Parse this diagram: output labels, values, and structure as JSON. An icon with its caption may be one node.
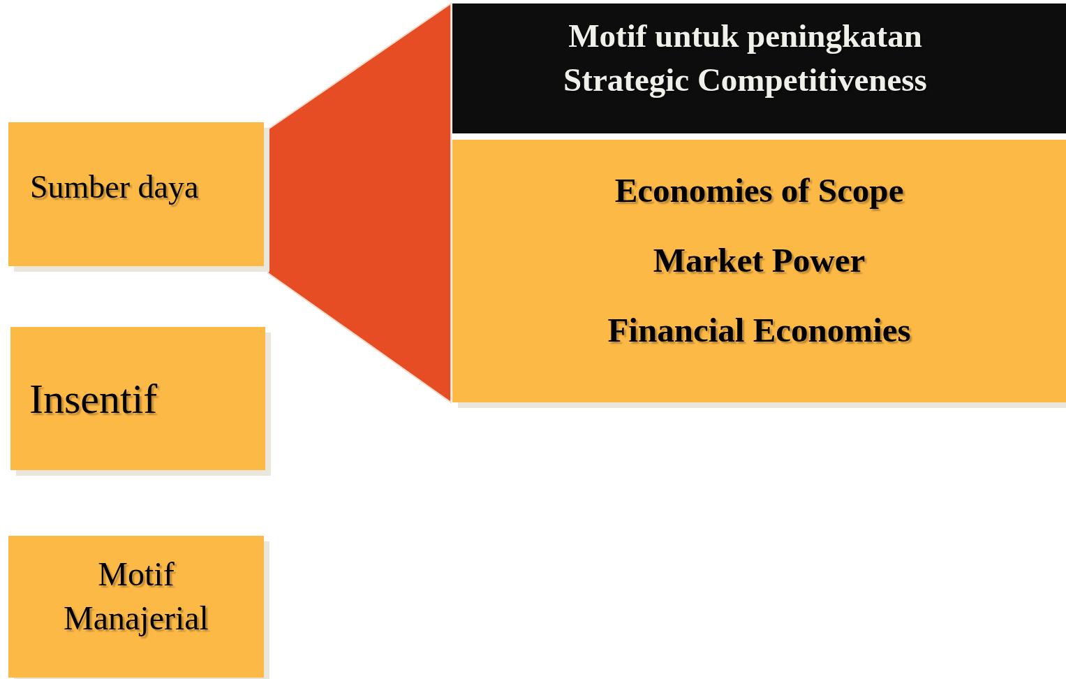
{
  "diagram": {
    "nodes": [
      {
        "text": [
          "Sumber daya"
        ]
      },
      {
        "text": [
          "Insentif"
        ]
      },
      {
        "text": [
          "Motif Manajerial"
        ]
      },
      {
        "text": [
          "Motif untuk peningkatan Strategic Competitiveness"
        ]
      },
      {
        "text": [
          "Economies of Scope",
          "Market Power",
          "Financial Economies"
        ]
      }
    ],
    "edges": [
      {
        "from": 0,
        "to": 4,
        "arrow": "none"
      }
    ]
  }
}
